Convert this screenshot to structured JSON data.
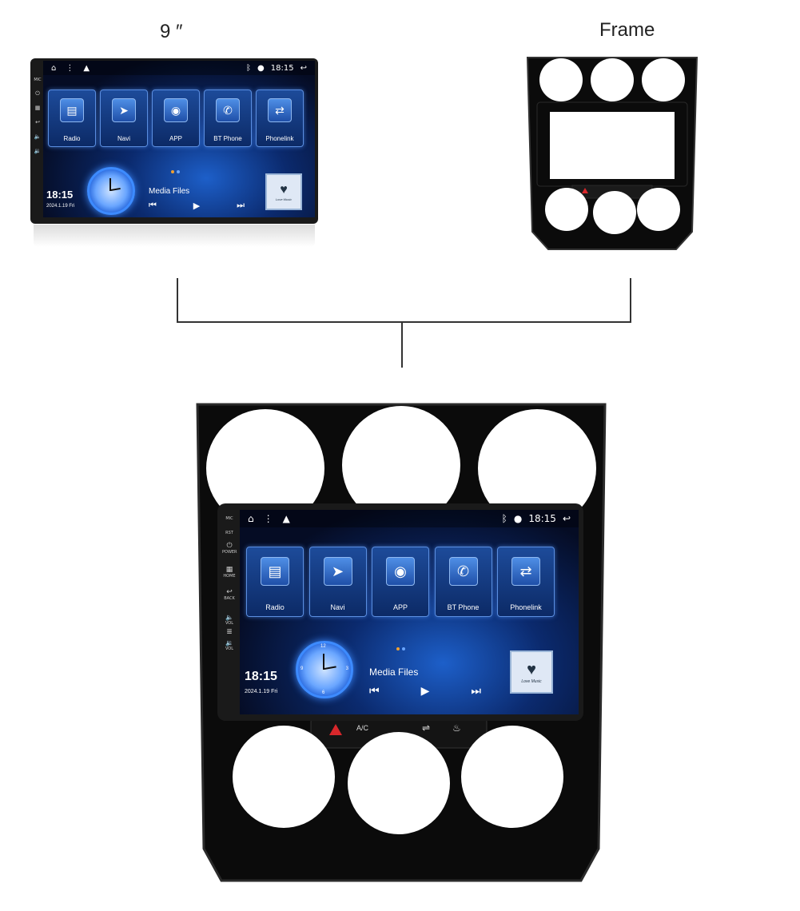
{
  "labels": {
    "screen_size": "9 ″",
    "frame": "Frame"
  },
  "device": {
    "status_time": "18:15",
    "apps": [
      {
        "label": "Radio",
        "icon": "radio-icon"
      },
      {
        "label": "Navi",
        "icon": "navi-icon"
      },
      {
        "label": "APP",
        "icon": "android-icon"
      },
      {
        "label": "BT Phone",
        "icon": "phone-icon"
      },
      {
        "label": "Phonelink",
        "icon": "phonelink-icon"
      }
    ],
    "time": "18:15",
    "date": "2024.1.19 Fri",
    "media_title": "Media Files",
    "album_caption": "Love Music",
    "clock_numbers": {
      "n12": "12",
      "n3": "3",
      "n6": "6",
      "n9": "9"
    },
    "side_buttons": {
      "mic": "MIC",
      "rst": "RST",
      "power": "POWER",
      "home": "HOME",
      "back": "BACK",
      "vol_up": "VOL",
      "vol_down": "VOL"
    }
  },
  "frame_panel": {
    "ac_label": "A/C"
  },
  "colors": {
    "accent_blue": "#3d8bff",
    "hazard_red": "#d8272b",
    "frame_black": "#0b0b0b"
  }
}
